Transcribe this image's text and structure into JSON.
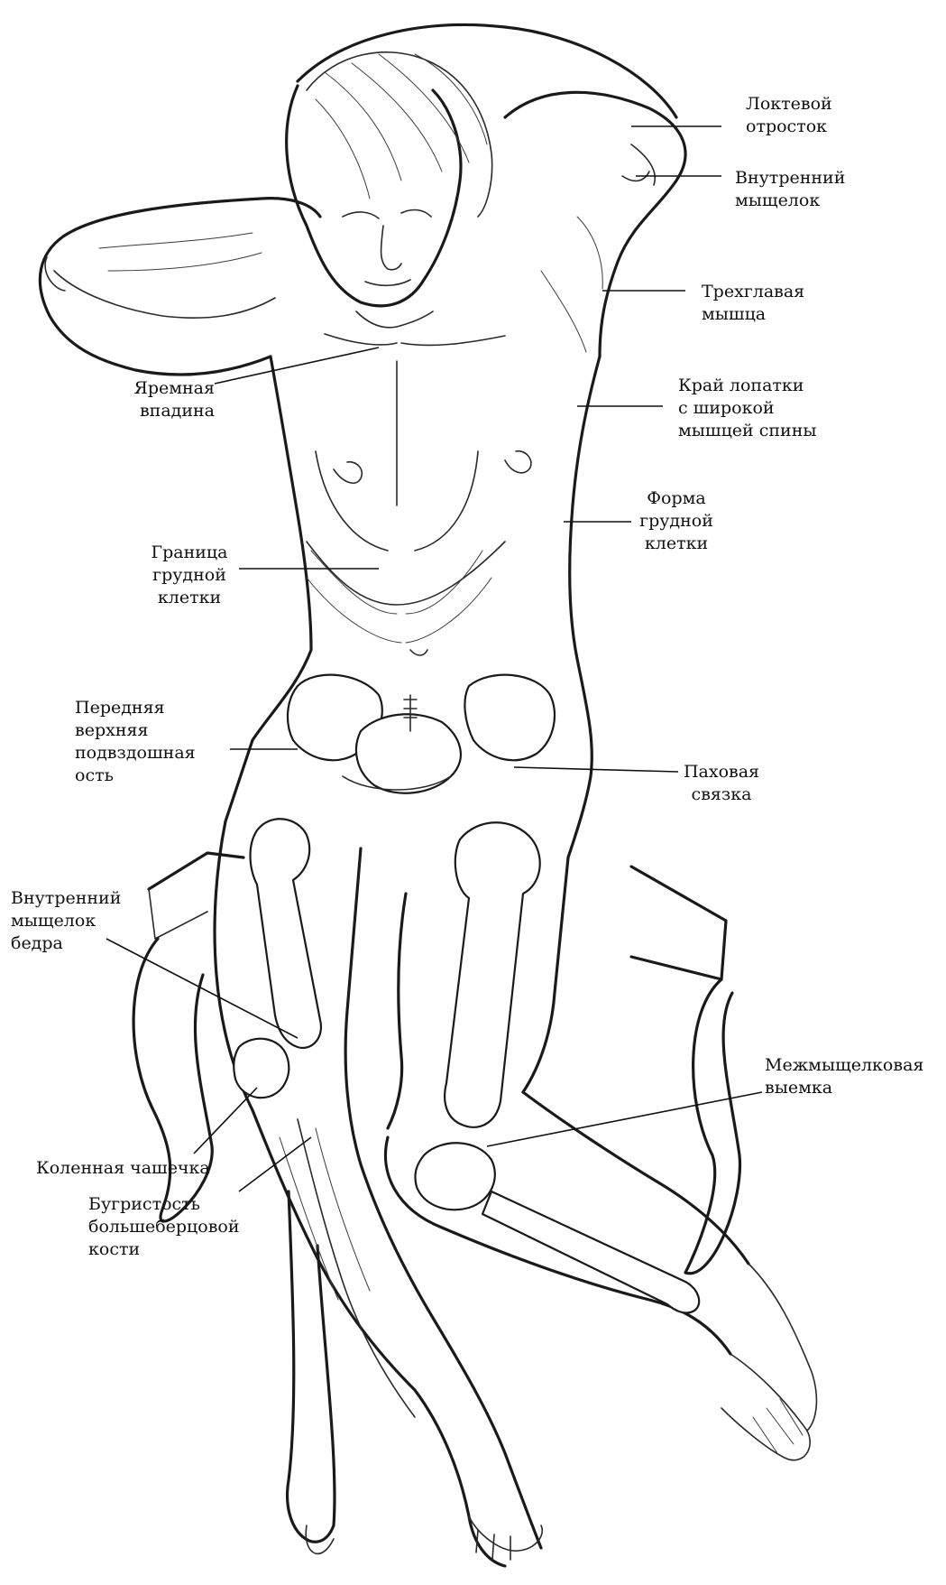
{
  "labels": {
    "olecranon": [
      "Локтевой",
      "отросток"
    ],
    "medial_epicondyle": [
      "Внутренний",
      "мыщелок"
    ],
    "triceps": [
      "Трехглавая",
      "мышца"
    ],
    "jugular_notch": [
      "Яремная",
      "впадина"
    ],
    "scapula_edge": [
      "Край лопатки",
      "с широкой",
      "мышцей спины"
    ],
    "ribcage_form": [
      "Форма",
      "грудной",
      "клетки"
    ],
    "ribcage_border": [
      "Граница",
      "грудной",
      "клетки"
    ],
    "iliac_spine": [
      "Передняя",
      "верхняя",
      "подвздошная",
      "ость"
    ],
    "inguinal_ligament": [
      "Паховая",
      "связка"
    ],
    "femur_condyle": [
      "Внутренний",
      "мыщелок",
      "бедра"
    ],
    "intercondylar_notch": [
      "Межмыщелковая",
      "выемка"
    ],
    "patella": [
      "Коленная чашечка"
    ],
    "tibial_tuberosity": [
      "Бугристость",
      "большеберцовой",
      "кости"
    ]
  }
}
